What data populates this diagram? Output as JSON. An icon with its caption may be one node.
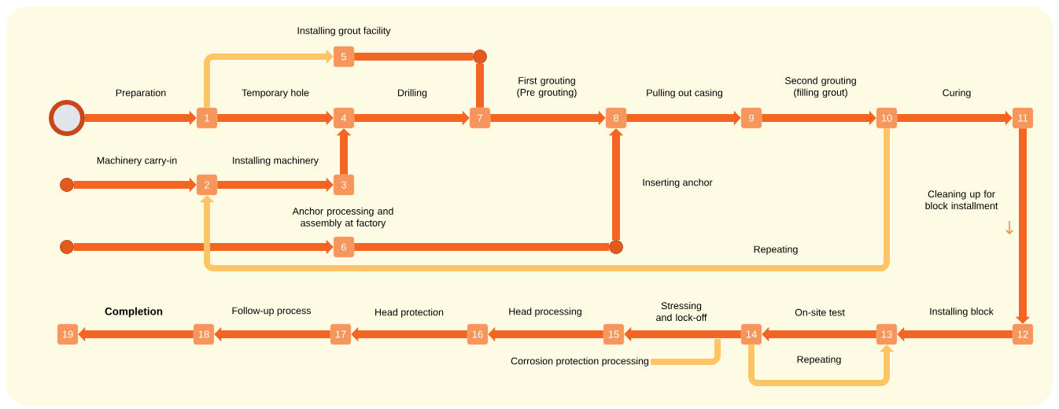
{
  "diagram": {
    "nodes": [
      {
        "text": [],
        "shape": "circle"
      },
      {
        "text": [
          "1"
        ]
      },
      {
        "text": [
          "2"
        ]
      },
      {
        "text": [
          "3"
        ]
      },
      {
        "text": [
          "4"
        ]
      },
      {
        "text": [
          "5"
        ]
      },
      {
        "text": [
          "6"
        ]
      },
      {
        "text": [
          "7"
        ]
      },
      {
        "text": [
          "8"
        ]
      },
      {
        "text": [
          "9"
        ]
      },
      {
        "text": [
          "10"
        ]
      },
      {
        "text": [
          "11"
        ]
      },
      {
        "text": [
          "12"
        ]
      },
      {
        "text": [
          "13"
        ]
      },
      {
        "text": [
          "14"
        ]
      },
      {
        "text": [
          "15"
        ]
      },
      {
        "text": [
          "16"
        ]
      },
      {
        "text": [
          "17"
        ]
      },
      {
        "text": [
          "18"
        ]
      },
      {
        "text": [
          "19"
        ]
      },
      {
        "text": [],
        "shape": "circle"
      },
      {
        "text": [],
        "shape": "circle"
      },
      {
        "text": [],
        "shape": "circle"
      },
      {
        "text": [],
        "shape": "circle"
      },
      {
        "text": [
          "Corrosion protection processing"
        ]
      }
    ],
    "edges": [
      {
        "from": 0,
        "to": 1,
        "arrow": "to",
        "label": "Preparation"
      },
      {
        "from": 1,
        "to": 4,
        "arrow": "to",
        "label": "Temporary hole"
      },
      {
        "from": 1,
        "to": 5,
        "arrow": "to",
        "label": "Installing grout facility",
        "color": "#ffc466"
      },
      {
        "from": 5,
        "to": 22,
        "arrow": "none"
      },
      {
        "from": 22,
        "to": 7,
        "arrow": "none"
      },
      {
        "from": 4,
        "to": 7,
        "arrow": "to",
        "label": "Drilling"
      },
      {
        "from": 20,
        "to": 2,
        "arrow": "to",
        "label": "Machinery carry-in"
      },
      {
        "from": 2,
        "to": 3,
        "arrow": "to",
        "label": "Installing machinery"
      },
      {
        "from": 3,
        "to": 4,
        "arrow": "to"
      },
      {
        "from": 21,
        "to": 6,
        "arrow": "to",
        "label": "Anchor processing and assembly at factory"
      },
      {
        "from": 6,
        "to": 23,
        "arrow": "none"
      },
      {
        "from": 23,
        "to": 8,
        "arrow": "to",
        "label": "Inserting anchor"
      },
      {
        "from": 7,
        "to": 8,
        "arrow": "to",
        "label": "First grouting (Pre grouting)"
      },
      {
        "from": 8,
        "to": 9,
        "arrow": "to",
        "label": "Pulling out casing"
      },
      {
        "from": 9,
        "to": 10,
        "arrow": "to",
        "label": "Second grouting (filling grout)"
      },
      {
        "from": 10,
        "to": 11,
        "arrow": "to",
        "label": "Curing"
      },
      {
        "from": 10,
        "to": 2,
        "arrow": "to",
        "label": "Repeating",
        "color": "#ffc466"
      },
      {
        "from": 11,
        "to": 12,
        "arrow": "to",
        "label": "Cleaning up for block installment"
      },
      {
        "from": 12,
        "to": 13,
        "arrow": "to",
        "label": "Installing block"
      },
      {
        "from": 13,
        "to": 14,
        "arrow": "to",
        "label": "On-site test"
      },
      {
        "from": 14,
        "to": 15,
        "arrow": "to",
        "label": "Stressing and lock-off"
      },
      {
        "from": 15,
        "to": 16,
        "arrow": "to",
        "label": "Head processing"
      },
      {
        "from": 16,
        "to": 17,
        "arrow": "to",
        "label": "Head protection"
      },
      {
        "from": 17,
        "to": 18,
        "arrow": "to",
        "label": "Follow-up process"
      },
      {
        "from": 18,
        "to": 19,
        "arrow": "to",
        "label": "Completion"
      },
      {
        "from": 14,
        "to": 13,
        "arrow": "to",
        "label": "Repeating",
        "color": "#ffc466"
      },
      {
        "from": 24,
        "to": null,
        "arrow": "none",
        "color": "#ffc466"
      }
    ]
  }
}
